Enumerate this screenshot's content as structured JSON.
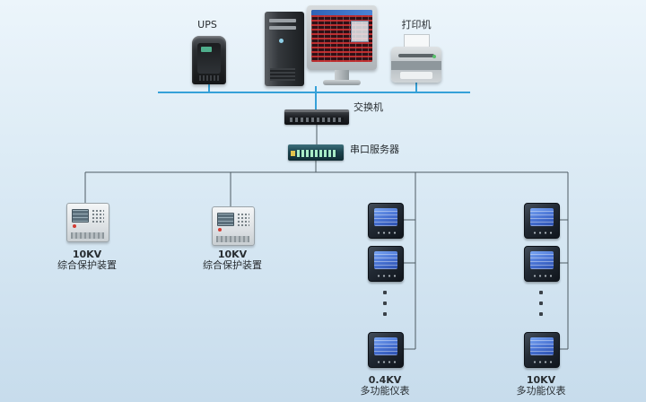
{
  "labels": {
    "ups": "UPS",
    "printer": "打印机",
    "switch": "交换机",
    "serial_server": "串口服务器",
    "protection_1": {
      "kv": "10KV",
      "name": "综合保护装置"
    },
    "protection_2": {
      "kv": "10KV",
      "name": "综合保护装置"
    },
    "meter_col_left": {
      "kv": "0.4KV",
      "name": "多功能仪表"
    },
    "meter_col_right": {
      "kv": "10KV",
      "name": "多功能仪表"
    }
  },
  "continuation_marker": "⋮",
  "colors": {
    "bus_blue": "#35a1d8",
    "wire_dark": "#4e5b63",
    "background_top": "#ecf5fb",
    "background_bottom": "#c7dcec"
  }
}
